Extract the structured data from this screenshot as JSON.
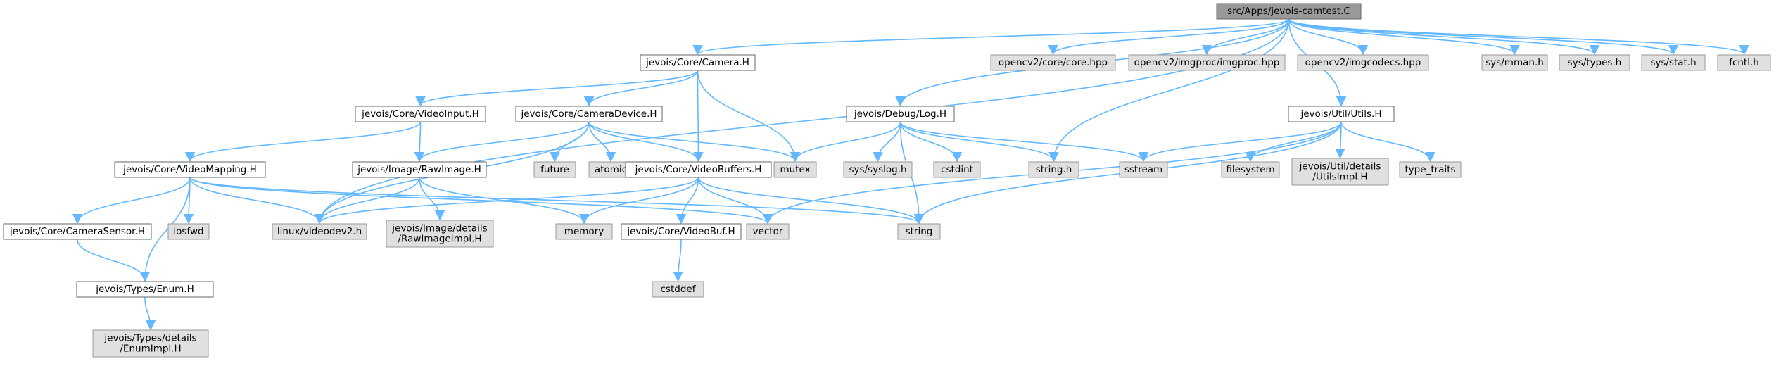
{
  "diagram": {
    "colors": {
      "edge": "#63b8ff",
      "root_fill": "#999999",
      "local_fill": "#ffffff",
      "system_fill": "#e0e0e0"
    },
    "nodes": [
      {
        "id": "root",
        "kind": "root",
        "lines": [
          "src/Apps/jevois-camtest.C"
        ]
      },
      {
        "id": "camera",
        "kind": "local",
        "lines": [
          "jevois/Core/Camera.H"
        ]
      },
      {
        "id": "cvcore",
        "kind": "sys",
        "lines": [
          "opencv2/core/core.hpp"
        ]
      },
      {
        "id": "cvimgproc",
        "kind": "sys",
        "lines": [
          "opencv2/imgproc/imgproc.hpp"
        ]
      },
      {
        "id": "cvimgcodecs",
        "kind": "sys",
        "lines": [
          "opencv2/imgcodecs.hpp"
        ]
      },
      {
        "id": "mman",
        "kind": "sys",
        "lines": [
          "sys/mman.h"
        ]
      },
      {
        "id": "systypes",
        "kind": "sys",
        "lines": [
          "sys/types.h"
        ]
      },
      {
        "id": "sysstat",
        "kind": "sys",
        "lines": [
          "sys/stat.h"
        ]
      },
      {
        "id": "fcntl",
        "kind": "sys",
        "lines": [
          "fcntl.h"
        ]
      },
      {
        "id": "videoinput",
        "kind": "local",
        "lines": [
          "jevois/Core/VideoInput.H"
        ]
      },
      {
        "id": "cameradevice",
        "kind": "local",
        "lines": [
          "jevois/Core/CameraDevice.H"
        ]
      },
      {
        "id": "log",
        "kind": "local",
        "lines": [
          "jevois/Debug/Log.H"
        ]
      },
      {
        "id": "utils",
        "kind": "local",
        "lines": [
          "jevois/Util/Utils.H"
        ]
      },
      {
        "id": "videomapping",
        "kind": "local",
        "lines": [
          "jevois/Core/VideoMapping.H"
        ]
      },
      {
        "id": "rawimage",
        "kind": "local",
        "lines": [
          "jevois/Image/RawImage.H"
        ]
      },
      {
        "id": "future",
        "kind": "sys",
        "lines": [
          "future"
        ]
      },
      {
        "id": "atomic",
        "kind": "sys",
        "lines": [
          "atomic"
        ]
      },
      {
        "id": "videobuffers",
        "kind": "local",
        "lines": [
          "jevois/Core/VideoBuffers.H"
        ]
      },
      {
        "id": "mutex",
        "kind": "sys",
        "lines": [
          "mutex"
        ]
      },
      {
        "id": "syslog",
        "kind": "sys",
        "lines": [
          "sys/syslog.h"
        ]
      },
      {
        "id": "cstdint",
        "kind": "sys",
        "lines": [
          "cstdint"
        ]
      },
      {
        "id": "stringh",
        "kind": "sys",
        "lines": [
          "string.h"
        ]
      },
      {
        "id": "sstream",
        "kind": "sys",
        "lines": [
          "sstream"
        ]
      },
      {
        "id": "filesystem",
        "kind": "sys",
        "lines": [
          "filesystem"
        ]
      },
      {
        "id": "utilsimpl",
        "kind": "sys",
        "lines": [
          "jevois/Util/details",
          "/UtilsImpl.H"
        ]
      },
      {
        "id": "typetraits",
        "kind": "sys",
        "lines": [
          "type_traits"
        ]
      },
      {
        "id": "camerasensor",
        "kind": "local",
        "lines": [
          "jevois/Core/CameraSensor.H"
        ]
      },
      {
        "id": "iosfwd",
        "kind": "sys",
        "lines": [
          "iosfwd"
        ]
      },
      {
        "id": "videodev2",
        "kind": "sys",
        "lines": [
          "linux/videodev2.h"
        ]
      },
      {
        "id": "rawimageimpl",
        "kind": "sys",
        "lines": [
          "jevois/Image/details",
          "/RawImageImpl.H"
        ]
      },
      {
        "id": "memory",
        "kind": "sys",
        "lines": [
          "memory"
        ]
      },
      {
        "id": "videobuf",
        "kind": "local",
        "lines": [
          "jevois/Core/VideoBuf.H"
        ]
      },
      {
        "id": "vector",
        "kind": "sys",
        "lines": [
          "vector"
        ]
      },
      {
        "id": "string",
        "kind": "sys",
        "lines": [
          "string"
        ]
      },
      {
        "id": "enum",
        "kind": "local",
        "lines": [
          "jevois/Types/Enum.H"
        ]
      },
      {
        "id": "cstddef",
        "kind": "sys",
        "lines": [
          "cstddef"
        ]
      },
      {
        "id": "enumimpl",
        "kind": "sys",
        "lines": [
          "jevois/Types/details",
          "/EnumImpl.H"
        ]
      }
    ],
    "edges": [
      [
        "root",
        "camera"
      ],
      [
        "root",
        "cvcore"
      ],
      [
        "root",
        "cvimgproc"
      ],
      [
        "root",
        "cvimgcodecs"
      ],
      [
        "root",
        "mman"
      ],
      [
        "root",
        "systypes"
      ],
      [
        "root",
        "sysstat"
      ],
      [
        "root",
        "fcntl"
      ],
      [
        "root",
        "log"
      ],
      [
        "root",
        "utils"
      ],
      [
        "root",
        "stringh"
      ],
      [
        "root",
        "videodev2"
      ],
      [
        "camera",
        "videoinput"
      ],
      [
        "camera",
        "cameradevice"
      ],
      [
        "camera",
        "videobuffers"
      ],
      [
        "camera",
        "mutex"
      ],
      [
        "videoinput",
        "videomapping"
      ],
      [
        "videoinput",
        "rawimage"
      ],
      [
        "cameradevice",
        "rawimage"
      ],
      [
        "cameradevice",
        "future"
      ],
      [
        "cameradevice",
        "atomic"
      ],
      [
        "cameradevice",
        "videobuffers"
      ],
      [
        "cameradevice",
        "mutex"
      ],
      [
        "cameradevice",
        "videodev2"
      ],
      [
        "log",
        "mutex"
      ],
      [
        "log",
        "syslog"
      ],
      [
        "log",
        "cstdint"
      ],
      [
        "log",
        "stringh"
      ],
      [
        "log",
        "sstream"
      ],
      [
        "log",
        "string"
      ],
      [
        "utils",
        "sstream"
      ],
      [
        "utils",
        "filesystem"
      ],
      [
        "utils",
        "utilsimpl"
      ],
      [
        "utils",
        "typetraits"
      ],
      [
        "utils",
        "vector"
      ],
      [
        "utils",
        "string"
      ],
      [
        "videomapping",
        "camerasensor"
      ],
      [
        "videomapping",
        "iosfwd"
      ],
      [
        "videomapping",
        "videodev2"
      ],
      [
        "videomapping",
        "vector"
      ],
      [
        "videomapping",
        "string"
      ],
      [
        "videomapping",
        "enum"
      ],
      [
        "rawimage",
        "videodev2"
      ],
      [
        "rawimage",
        "rawimageimpl"
      ],
      [
        "rawimage",
        "memory"
      ],
      [
        "videobuffers",
        "videodev2"
      ],
      [
        "videobuffers",
        "memory"
      ],
      [
        "videobuffers",
        "videobuf"
      ],
      [
        "videobuffers",
        "vector"
      ],
      [
        "videobuffers",
        "string"
      ],
      [
        "videobuf",
        "cstddef"
      ],
      [
        "camerasensor",
        "enum"
      ],
      [
        "enum",
        "enumimpl"
      ]
    ]
  }
}
